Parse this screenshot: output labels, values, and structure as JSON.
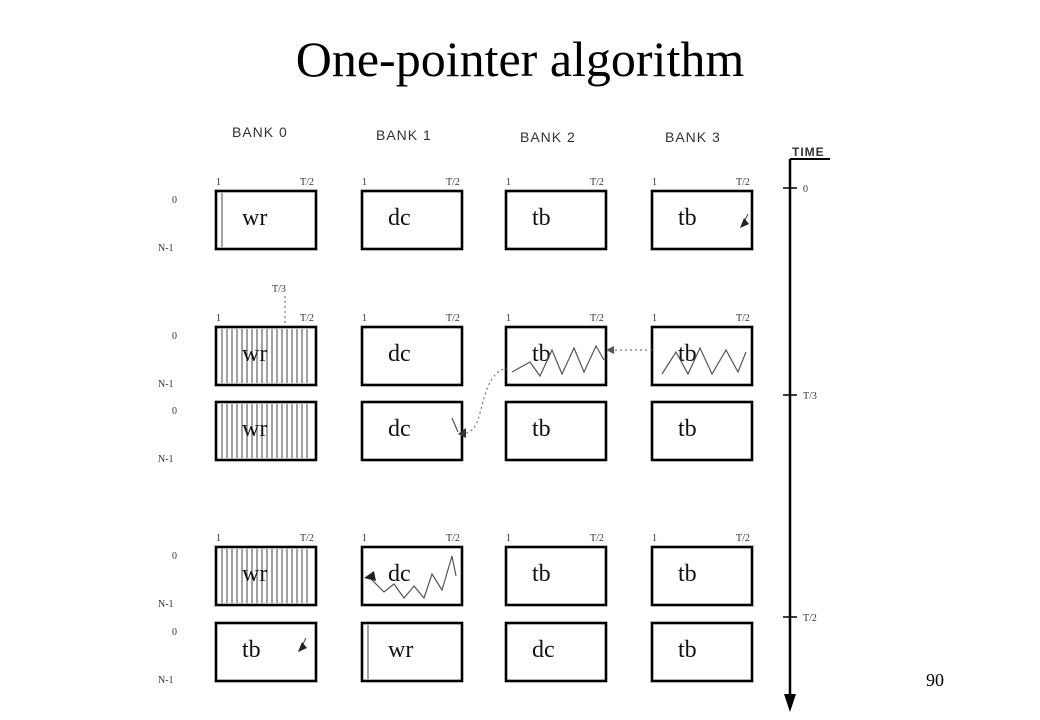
{
  "slide": {
    "title": "One-pointer algorithm",
    "page_number": "90"
  },
  "diagram": {
    "banks": [
      "BANK 0",
      "BANK 1",
      "BANK 2",
      "BANK 3"
    ],
    "time_axis": {
      "label": "TIME",
      "ticks": [
        "0",
        "T/3",
        "T/2"
      ]
    },
    "col_top_left": "1",
    "col_top_right": "T/2",
    "row_start": "0",
    "row_end": "N-1",
    "callout": "T/3",
    "rows": [
      [
        "wr",
        "dc",
        "tb",
        "tb"
      ],
      [
        "wr",
        "dc",
        "tb",
        "tb"
      ],
      [
        "wr",
        "dc",
        "tb",
        "tb"
      ],
      [
        "wr",
        "dc",
        "tb",
        "tb"
      ],
      [
        "tb",
        "wr",
        "dc",
        "tb"
      ]
    ]
  }
}
